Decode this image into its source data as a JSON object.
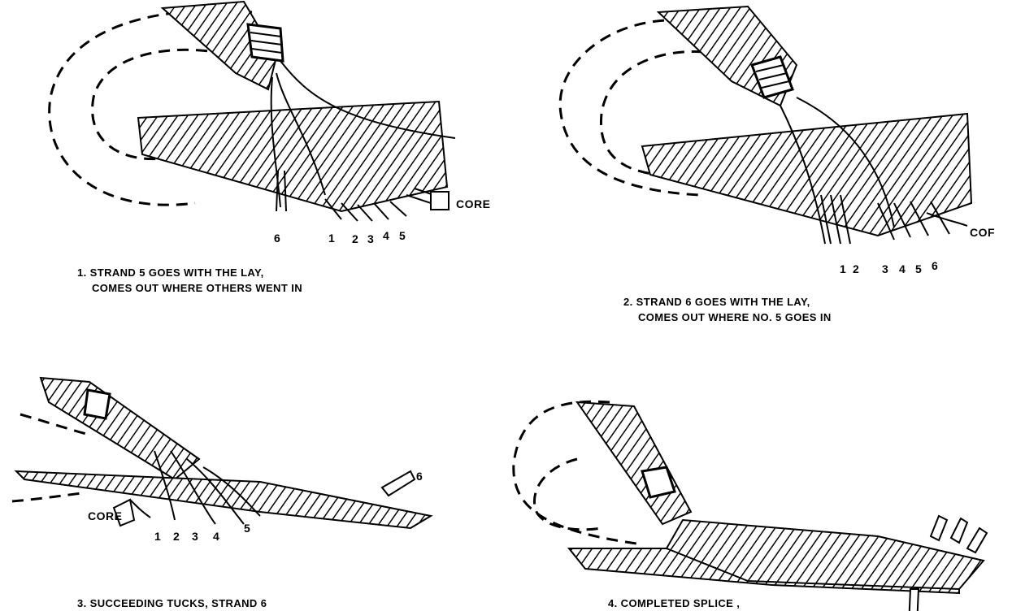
{
  "panels": [
    {
      "strand_labels": [
        "6",
        "1",
        "2",
        "3",
        "4",
        "5"
      ],
      "core_label": "CORE",
      "caption": [
        "1.  STRAND 5 GOES WITH THE LAY,",
        "COMES OUT WHERE OTHERS WENT IN"
      ]
    },
    {
      "strand_labels": [
        "1",
        "2",
        "3",
        "4",
        "5",
        "6"
      ],
      "core_label": "COF",
      "caption": [
        "2.  STRAND 6 GOES WITH THE LAY,",
        "COMES OUT WHERE NO. 5 GOES IN"
      ]
    },
    {
      "strand_labels": [
        "1",
        "2",
        "3",
        "4",
        "5",
        "6"
      ],
      "core_label": "CORE",
      "caption": [
        "3.  SUCCEEDING TUCKS, STRAND 6"
      ]
    },
    {
      "caption": [
        "4.  COMPLETED SPLICE ,"
      ]
    }
  ]
}
